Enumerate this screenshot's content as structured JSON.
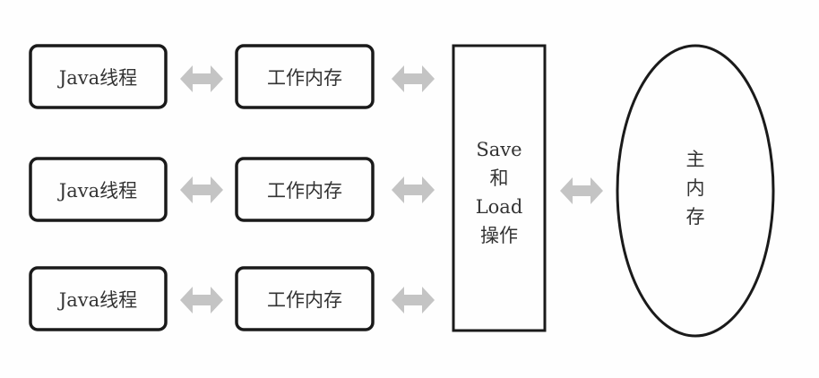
{
  "threads": [
    {
      "thread_label": "Java线程",
      "memory_label": "工作内存"
    },
    {
      "thread_label": "Java线程",
      "memory_label": "工作内存"
    },
    {
      "thread_label": "Java线程",
      "memory_label": "工作内存"
    }
  ],
  "save_load": {
    "lines": [
      "Save",
      "和",
      "Load",
      "操作"
    ]
  },
  "main_memory": {
    "lines": [
      "主",
      "内",
      "存"
    ]
  },
  "colors": {
    "border": "#1a1a1a",
    "arrow": "#c4c4c4",
    "text": "#333333"
  }
}
